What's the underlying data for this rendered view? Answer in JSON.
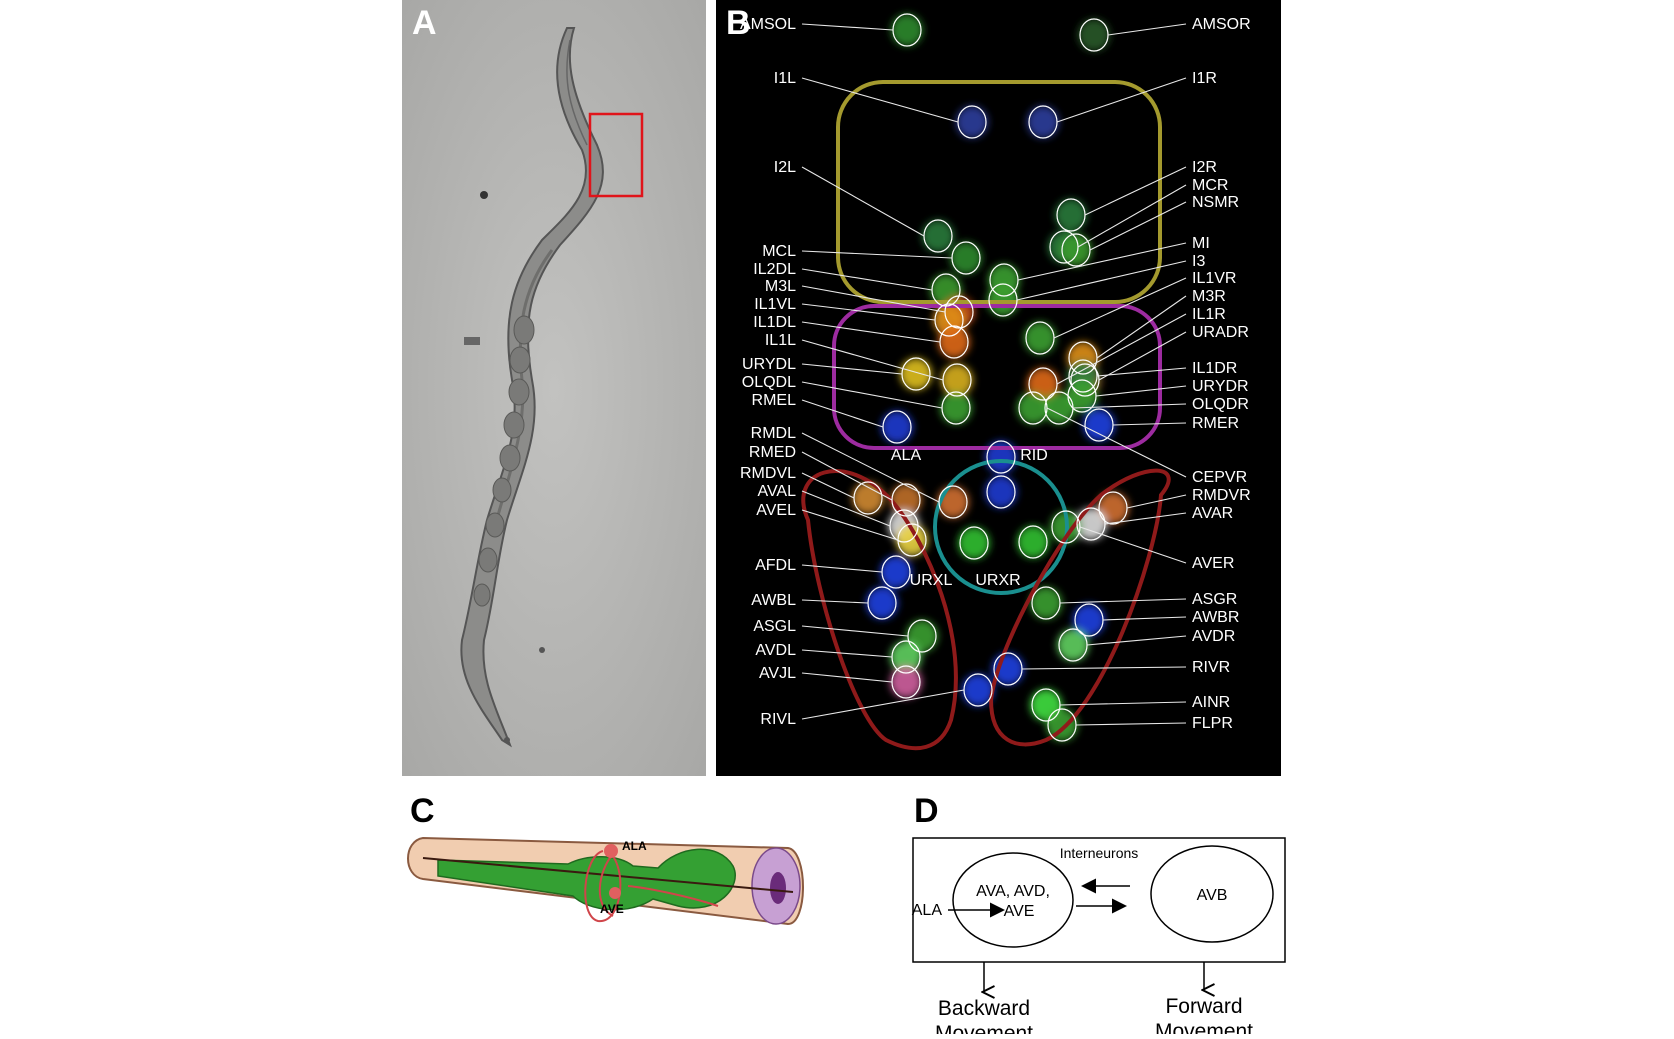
{
  "panels": {
    "A": {
      "label": "A"
    },
    "B": {
      "label": "B"
    },
    "C": {
      "label": "C",
      "labels": {
        "ala": "ALA",
        "ave": "AVE"
      }
    },
    "D": {
      "label": "D",
      "box_title": "Interneurons",
      "left_node": [
        "AVA, AVD,",
        "AVE"
      ],
      "right_node": "AVB",
      "input": "ALA",
      "outputs": {
        "left": [
          "Backward",
          "Movement"
        ],
        "right": [
          "Forward",
          "Movement"
        ]
      }
    }
  },
  "neuron_labels_left": [
    "AMSOL",
    "I1L",
    "I2L",
    "MCL",
    "IL2DL",
    "M3L",
    "IL1VL",
    "IL1DL",
    "IL1L",
    "URYDL",
    "OLQDL",
    "RMEL",
    "RMDL",
    "RMED",
    "RMDVL",
    "AVAL",
    "AVEL",
    "AFDL",
    "AWBL",
    "ASGL",
    "AVDL",
    "AVJL",
    "RIVL"
  ],
  "neuron_labels_right": [
    "AMSOR",
    "I1R",
    "I2R",
    "MCR",
    "NSMR",
    "MI",
    "I3",
    "IL1VR",
    "M3R",
    "IL1R",
    "URADR",
    "IL1DR",
    "URYDR",
    "OLQDR",
    "RMER",
    "CEPVR",
    "RMDVR",
    "AVAR",
    "AVER",
    "ASGR",
    "AWBR",
    "AVDR",
    "RIVR",
    "AINR",
    "FLPR"
  ],
  "neuron_labels_center": [
    "ALA",
    "RID",
    "URXL",
    "URXR"
  ],
  "region_colors": {
    "pharynx": "#a49a2e",
    "nerve_ring": "#9d2ba0",
    "ala_region": "#1a8f8f",
    "ganglia": "#8f1a1a"
  }
}
